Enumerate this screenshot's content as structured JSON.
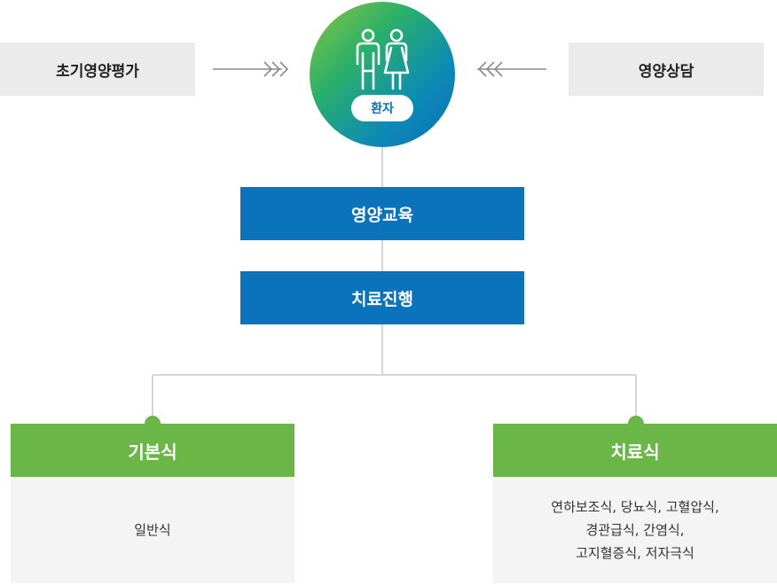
{
  "left_box": {
    "label": "초기영양평가"
  },
  "right_box": {
    "label": "영양상담"
  },
  "center": {
    "badge": "환자"
  },
  "steps": [
    {
      "label": "영양교육"
    },
    {
      "label": "치료진행"
    }
  ],
  "branches": [
    {
      "title": "기본식",
      "items": [
        "일반식"
      ]
    },
    {
      "title": "치료식",
      "items": [
        "연하보조식, 당뇨식, 고혈압식,",
        "경관급식, 간염식,",
        "고지혈증식, 저자극식"
      ]
    }
  ],
  "colors": {
    "blue": "#0b73bc",
    "green": "#6ab748",
    "gray_box": "#ebebeb",
    "content_bg": "#f4f4f4",
    "connector": "#d6d6d6"
  },
  "icons": [
    "arrow-right-icon",
    "arrow-left-icon",
    "patient-people-icon"
  ]
}
